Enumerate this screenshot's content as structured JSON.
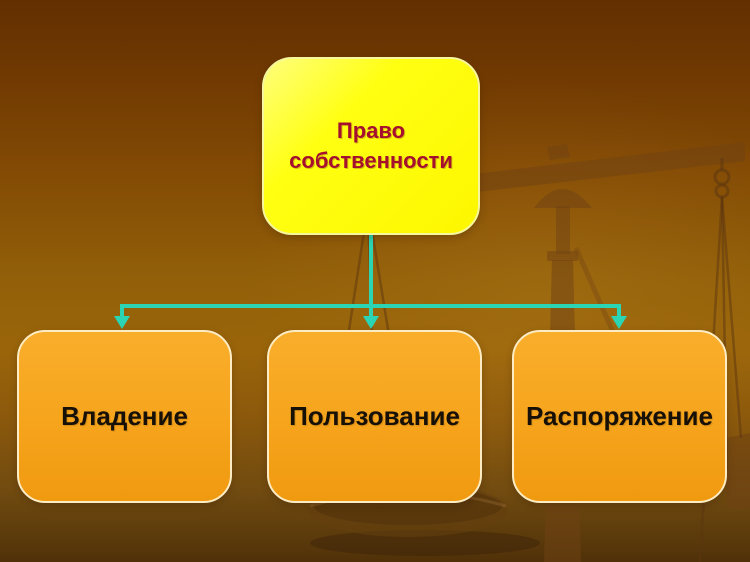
{
  "slide": {
    "title_node": {
      "label": "Право собственности"
    },
    "child_nodes": [
      {
        "label": "Владение"
      },
      {
        "label": "Пользование"
      },
      {
        "label": "Распоряжение"
      }
    ],
    "background_image": "scales-of-justice-watermark",
    "colors": {
      "root_fill": "#ffff00",
      "root_text": "#a5102e",
      "child_fill": "#f6a41c",
      "child_text": "#171006",
      "child_border": "#fdecc3",
      "connector": "#2bd5b4",
      "background_top": "#632f01",
      "background_middle": "#9a650a",
      "background_bottom": "#503108"
    }
  }
}
